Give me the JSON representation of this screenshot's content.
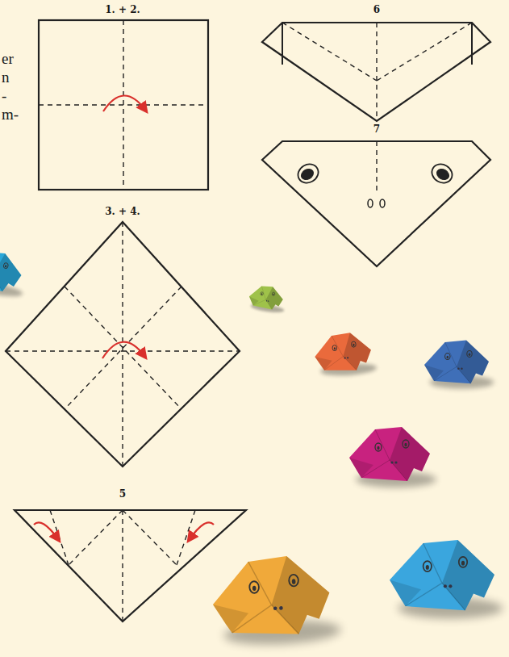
{
  "diagram": {
    "labels": [
      "1. + 2.",
      "6",
      "7",
      "3. + 4.",
      "5",
      "er",
      "n",
      "-",
      "m-"
    ]
  }
}
